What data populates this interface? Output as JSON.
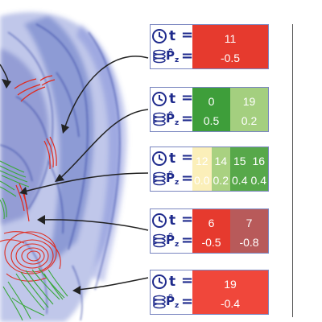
{
  "legend": {
    "time_icon": "clock-icon",
    "rotation_icon": "spiral-rotation-icon",
    "time_symbol": "t",
    "rotation_symbol_base": "P",
    "rotation_symbol_sub": "z",
    "equals": "="
  },
  "visualization": {
    "description_icon": "flow-volume-rendering",
    "vessel_color": "#3b4fb8",
    "red_streamline_color": "#e02a1e",
    "green_streamline_color": "#3aa83a"
  },
  "panels": [
    {
      "cells": [
        {
          "t": "11",
          "p": "-0.5",
          "color": "#e63a2e"
        }
      ]
    },
    {
      "cells": [
        {
          "t": "0",
          "p": "0.5",
          "color": "#3e9e3a"
        },
        {
          "t": "19",
          "p": "0.2",
          "color": "#a4cf7f"
        }
      ]
    },
    {
      "cells": [
        {
          "t": "12",
          "p": "0.0",
          "color": "#fbefb9"
        },
        {
          "t": "14",
          "p": "0.2",
          "color": "#a9d181"
        },
        {
          "t": "15",
          "p": "0.4",
          "color": "#57a84a"
        },
        {
          "t": "16",
          "p": "0.4",
          "color": "#57a84a"
        }
      ]
    },
    {
      "cells": [
        {
          "t": "6",
          "p": "-0.5",
          "color": "#e63a2e"
        },
        {
          "t": "7",
          "p": "-0.8",
          "color": "#b85a5a"
        }
      ]
    },
    {
      "cells": [
        {
          "t": "19",
          "p": "-0.4",
          "color": "#f0473b"
        }
      ]
    }
  ]
}
